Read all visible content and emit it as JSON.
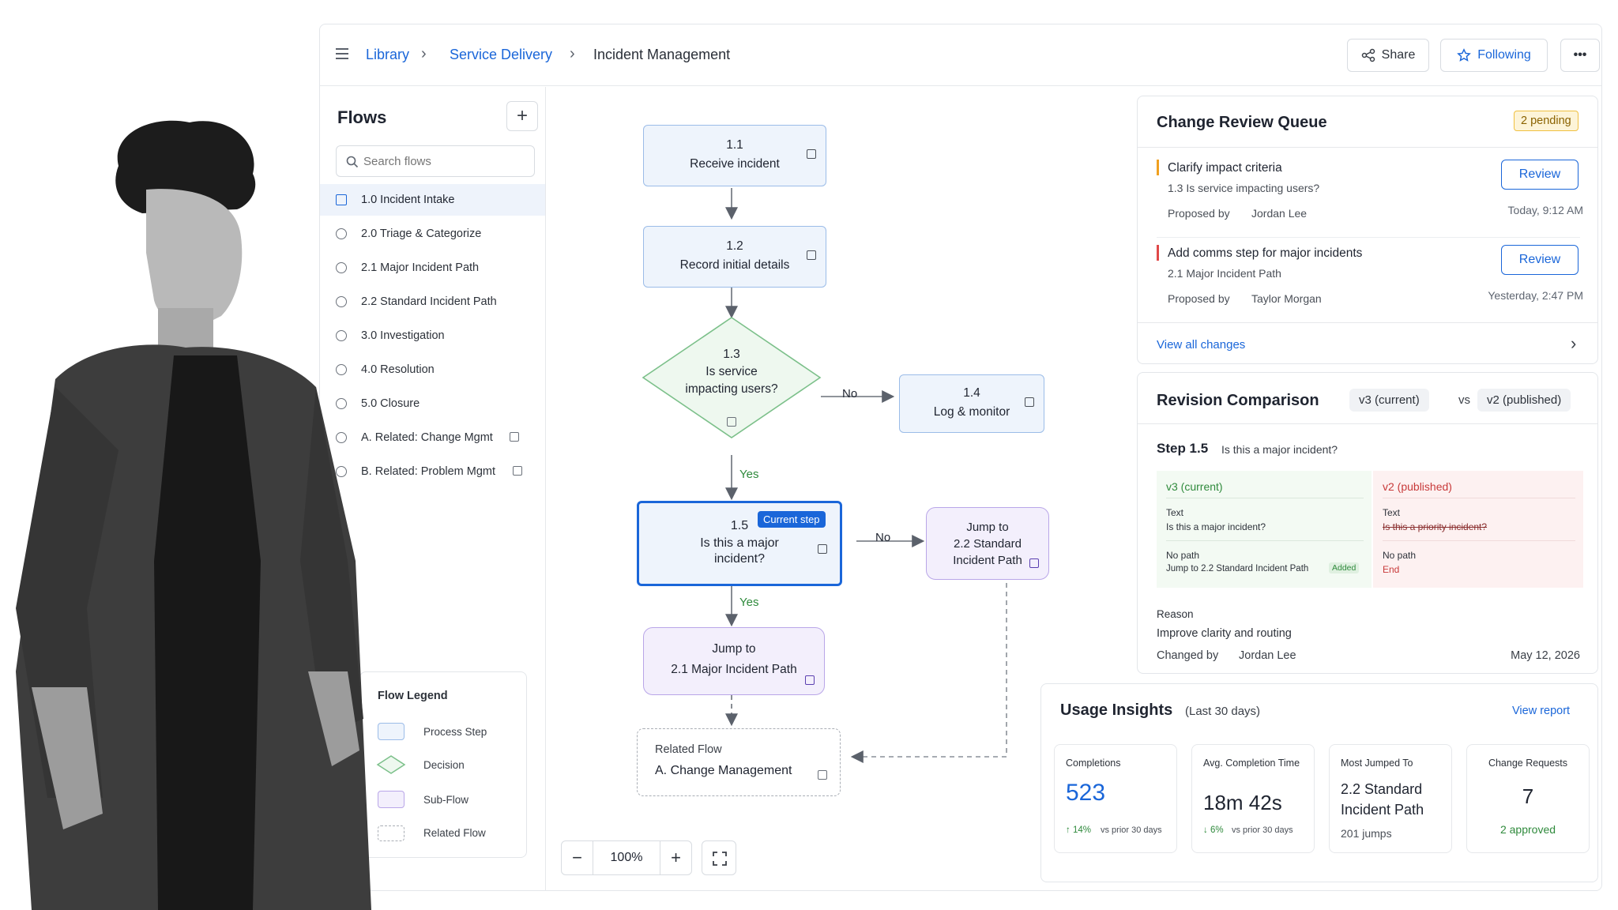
{
  "header": {
    "breadcrumb": [
      "Library",
      "Service Delivery",
      "Incident Management"
    ],
    "share_label": "Share",
    "following_label": "Following",
    "more_label": "•••"
  },
  "sidebar": {
    "title": "Flows",
    "add_label": "+",
    "search_placeholder": "Search flows",
    "items": [
      {
        "label": "1.0 Incident Intake"
      },
      {
        "label": "2.0 Triage & Categorize"
      },
      {
        "label": "2.1 Major Incident Path"
      },
      {
        "label": "2.2 Standard Incident Path"
      },
      {
        "label": "3.0 Investigation"
      },
      {
        "label": "4.0 Resolution"
      },
      {
        "label": "5.0 Closure"
      },
      {
        "label": "A. Related: Change Mgmt"
      },
      {
        "label": "B. Related: Problem Mgmt"
      }
    ],
    "legend": {
      "title": "Flow Legend",
      "items": [
        "Process Step",
        "Decision",
        "Sub-Flow",
        "Related Flow"
      ]
    }
  },
  "flow": {
    "n11": {
      "num": "1.1",
      "text": "Receive incident"
    },
    "n12": {
      "num": "1.2",
      "text": "Record initial details"
    },
    "n13": {
      "num": "1.3",
      "text1": "Is service",
      "text2": "impacting users?"
    },
    "n14": {
      "num": "1.4",
      "text": "Log & monitor"
    },
    "n15": {
      "num": "1.5",
      "text1": "Is this a major",
      "text2": "incident?",
      "badge": "Current step"
    },
    "jump22": {
      "l1": "Jump to",
      "l2": "2.2 Standard",
      "l3": "Incident Path"
    },
    "jump21": {
      "l1": "Jump to",
      "l2": "2.1 Major Incident Path"
    },
    "related": {
      "l1": "Related Flow",
      "l2": "A. Change Management"
    },
    "edge_no": "No",
    "edge_yes": "Yes",
    "zoom": "100%",
    "zoom_out": "−",
    "zoom_in": "+"
  },
  "review": {
    "title": "Change Review Queue",
    "badge": "2 pending",
    "items": [
      {
        "title": "Clarify impact criteria",
        "sub": "1.3 Is service impacting users?",
        "by_label": "Proposed by",
        "by": "Jordan Lee",
        "time": "Today, 9:12 AM",
        "button": "Review",
        "color": "#f0a020"
      },
      {
        "title": "Add comms step for major incidents",
        "sub": "2.1 Major Incident Path",
        "by_label": "Proposed by",
        "by": "Taylor Morgan",
        "time": "Yesterday, 2:47 PM",
        "button": "Review",
        "color": "#e04848"
      }
    ],
    "view_all": "View all changes"
  },
  "revision": {
    "title": "Revision Comparison",
    "current": "v3 (current)",
    "vs": "vs",
    "published": "v2 (published)",
    "step": "Step 1.5",
    "step_desc": "Is this a major incident?",
    "left": {
      "head": "v3 (current)",
      "text_label": "Text",
      "text": "Is this a major incident?",
      "no_label": "No path",
      "no": "Jump to 2.2 Standard Incident Path",
      "added": "Added"
    },
    "right": {
      "head": "v2 (published)",
      "text_label": "Text",
      "text": "Is this a priority incident?",
      "no_label": "No path",
      "no": "End"
    },
    "reason_label": "Reason",
    "reason": "Improve clarity and routing",
    "changed_label": "Changed by",
    "changed_by": "Jordan Lee",
    "date": "May 12, 2026"
  },
  "usage": {
    "title": "Usage Insights",
    "period": "(Last 30 days)",
    "report": "View report",
    "stats": [
      {
        "label": "Completions",
        "value": "523",
        "delta": "↑ 14%",
        "delta_note": "vs prior 30 days"
      },
      {
        "label": "Avg. Completion Time",
        "value": "18m 42s",
        "delta": "↓ 6%",
        "delta_note": "vs prior 30 days"
      },
      {
        "label": "Most Jumped To",
        "value1": "2.2 Standard",
        "value2": "Incident Path",
        "note": "201 jumps"
      },
      {
        "label": "Change Requests",
        "value": "7",
        "note": "2 approved"
      }
    ]
  },
  "colors": {
    "accent": "#1a66d9",
    "green": "#2f8a3c",
    "orange": "#f0a020",
    "red": "#e04848"
  }
}
